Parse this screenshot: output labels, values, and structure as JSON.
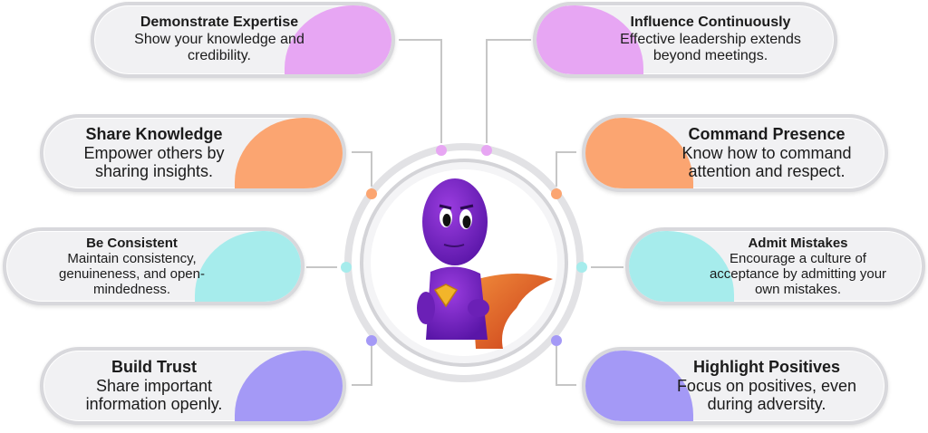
{
  "colors": {
    "pink": "#e7a6f3",
    "orange": "#fba571",
    "cyan": "#a6ecec",
    "purple": "#a499f6",
    "ring": "#d9d9dd",
    "connector": "#c6c6c6"
  },
  "items": {
    "demonstrate": {
      "title": "Demonstrate Expertise",
      "desc1": "Show your knowledge and",
      "desc2": "credibility."
    },
    "share": {
      "title": "Share Knowledge",
      "desc1": "Empower others by",
      "desc2": "sharing insights."
    },
    "consistent": {
      "title": "Be Consistent",
      "desc1": "Maintain consistency,",
      "desc2": "genuineness, and open-",
      "desc3": "mindedness."
    },
    "trust": {
      "title": "Build Trust",
      "desc1": "Share important",
      "desc2": "information openly."
    },
    "influence": {
      "title": "Influence Continuously",
      "desc1": "Effective leadership extends",
      "desc2": "beyond meetings."
    },
    "command": {
      "title": "Command Presence",
      "desc1": "Know how to command",
      "desc2": "attention and respect."
    },
    "mistakes": {
      "title": "Admit Mistakes",
      "desc1": "Encourage a culture of",
      "desc2": "acceptance by admitting your",
      "desc3": "own mistakes."
    },
    "positives": {
      "title": "Highlight Positives",
      "desc1": "Focus on positives, even",
      "desc2": "during adversity."
    }
  },
  "center": {
    "image": "purple-superhero-character"
  }
}
